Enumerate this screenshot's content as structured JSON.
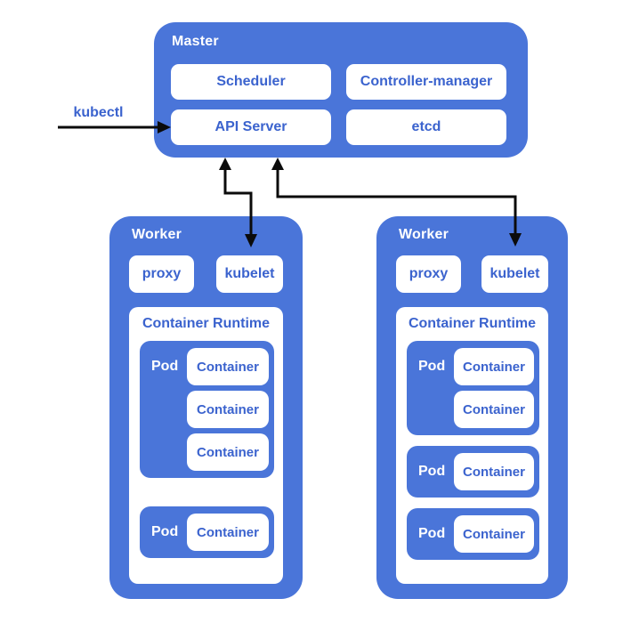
{
  "colors": {
    "node_blue": "#4a75d9",
    "label_blue": "#3b63ce",
    "arrow_black": "#0b0b0b",
    "background": "#ffffff"
  },
  "kubectl_label": "kubectl",
  "master": {
    "title": "Master",
    "components": [
      "Scheduler",
      "Controller-manager",
      "API Server",
      "etcd"
    ]
  },
  "workers": [
    {
      "title": "Worker",
      "proxy_label": "proxy",
      "kubelet_label": "kubelet",
      "runtime_title": "Container Runtime",
      "pods": [
        {
          "label": "Pod",
          "containers": [
            "Container",
            "Container",
            "Container"
          ]
        },
        {
          "label": "Pod",
          "containers": [
            "Container"
          ]
        }
      ]
    },
    {
      "title": "Worker",
      "proxy_label": "proxy",
      "kubelet_label": "kubelet",
      "runtime_title": "Container Runtime",
      "pods": [
        {
          "label": "Pod",
          "containers": [
            "Container",
            "Container"
          ]
        },
        {
          "label": "Pod",
          "containers": [
            "Container"
          ]
        },
        {
          "label": "Pod",
          "containers": [
            "Container"
          ]
        }
      ]
    }
  ],
  "connections": [
    {
      "from": "kubectl",
      "to": "API Server",
      "direction": "one-way"
    },
    {
      "from": "API Server",
      "to": "worker-1 kubelet",
      "direction": "two-way"
    },
    {
      "from": "API Server",
      "to": "worker-2 kubelet",
      "direction": "two-way"
    }
  ]
}
